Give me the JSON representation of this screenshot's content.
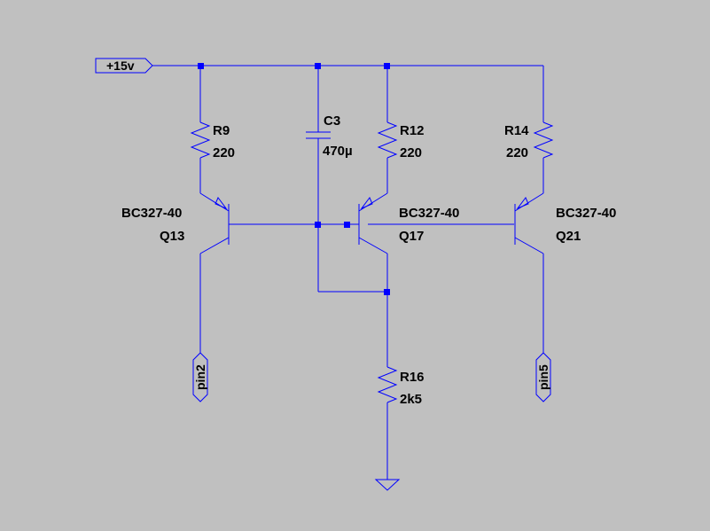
{
  "schematic": {
    "colors": {
      "background": "#c0c0c0",
      "wire": "#0000ff",
      "text": "#000000"
    },
    "supply_label": "+15v",
    "components": {
      "R9": {
        "name": "R9",
        "value": "220"
      },
      "R12": {
        "name": "R12",
        "value": "220"
      },
      "R14": {
        "name": "R14",
        "value": "220"
      },
      "R16": {
        "name": "R16",
        "value": "2k5"
      },
      "C3": {
        "name": "C3",
        "value": "470µ"
      },
      "Q13": {
        "name": "Q13",
        "model": "BC327-40"
      },
      "Q17": {
        "name": "Q17",
        "model": "BC327-40"
      },
      "Q21": {
        "name": "Q21",
        "model": "BC327-40"
      }
    },
    "ports": {
      "pin2": "pin2",
      "pin5": "pin5"
    },
    "ground_icon": "ground-symbol-icon"
  }
}
